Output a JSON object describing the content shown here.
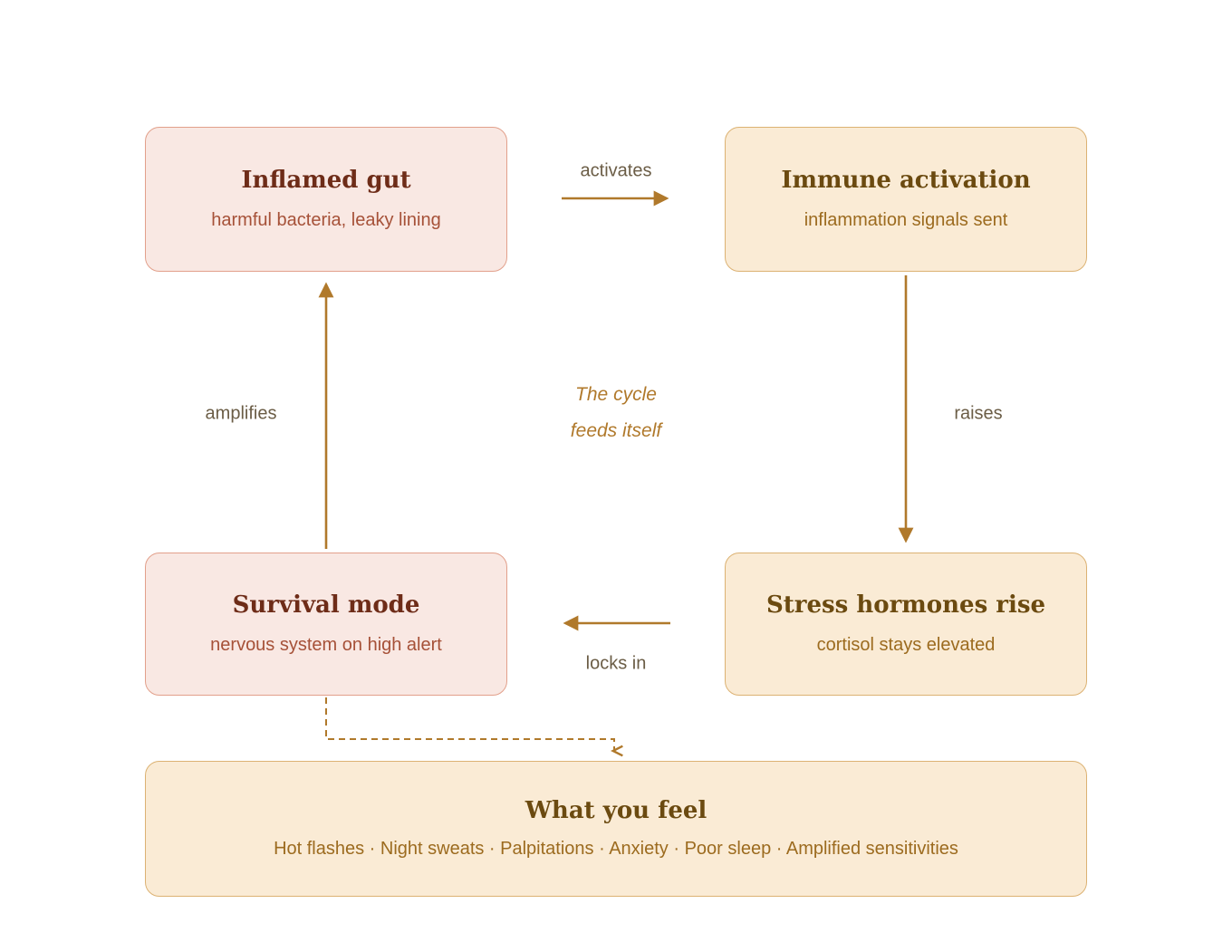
{
  "diagram": {
    "nodes": {
      "inflamed_gut": {
        "title": "Inflamed gut",
        "subtitle": "harmful bacteria, leaky lining"
      },
      "immune_activation": {
        "title": "Immune activation",
        "subtitle": "inflammation signals sent"
      },
      "survival_mode": {
        "title": "Survival mode",
        "subtitle": "nervous system on high alert"
      },
      "stress_hormones": {
        "title": "Stress hormones rise",
        "subtitle": "cortisol stays elevated"
      },
      "what_you_feel": {
        "title": "What you feel",
        "subtitle": "Hot flashes · Night sweats · Palpitations · Anxiety · Poor sleep · Amplified sensitivities"
      }
    },
    "edges": {
      "activates": {
        "label": "activates",
        "from": "inflamed_gut",
        "to": "immune_activation",
        "style": "solid"
      },
      "raises": {
        "label": "raises",
        "from": "immune_activation",
        "to": "stress_hormones",
        "style": "solid"
      },
      "locks_in": {
        "label": "locks in",
        "from": "stress_hormones",
        "to": "survival_mode",
        "style": "solid"
      },
      "amplifies": {
        "label": "amplifies",
        "from": "survival_mode",
        "to": "inflamed_gut",
        "style": "solid"
      },
      "feeds_feelings": {
        "label": "",
        "from": "survival_mode",
        "to": "what_you_feel",
        "style": "dashed"
      }
    },
    "center_note": {
      "line1": "The cycle",
      "line2": "feeds itself"
    },
    "colors": {
      "pink_box_bg": "#f9e8e3",
      "pink_box_border": "#e2a08b",
      "pink_title": "#6e2c18",
      "pink_subtitle": "#a65138",
      "cream_box_bg": "#faebd5",
      "cream_box_border": "#dcb273",
      "cream_title": "#6b4a10",
      "cream_subtitle": "#9c6b1f",
      "arrow": "#b0792b",
      "edge_label": "#6b5d46",
      "center_note": "#b0792b",
      "page_bg": "#ffffff"
    }
  }
}
